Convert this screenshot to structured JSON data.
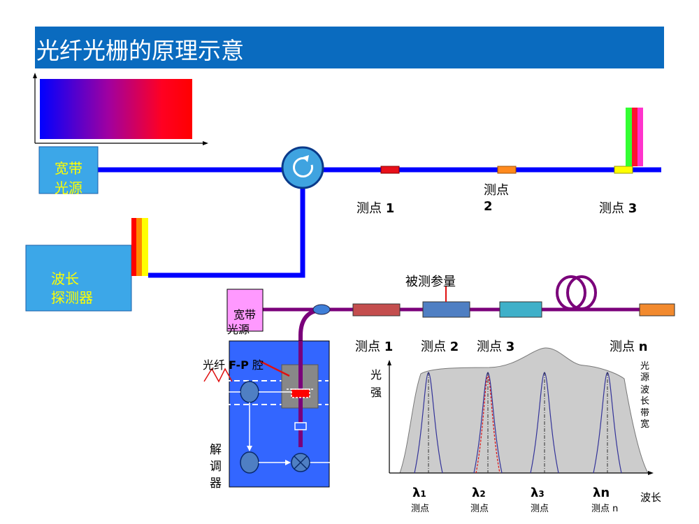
{
  "title": "光纤光栅的原理示意",
  "top_system": {
    "source_label": [
      "宽带",
      "光源"
    ],
    "detector_label": [
      "波长",
      "探测器"
    ],
    "points": [
      {
        "prefix": "测点",
        "num": "1",
        "color": "#e8101a"
      },
      {
        "prefix": "测点",
        "num": "2",
        "color": "#ff8a1e"
      },
      {
        "prefix": "测点",
        "num": "3",
        "color": "#ffff00"
      }
    ]
  },
  "bottom_system": {
    "source_label": [
      "宽带",
      "光源"
    ],
    "measured_param": "被测参量",
    "points": [
      {
        "prefix": "测点",
        "num": "1",
        "color": "#c44e4e"
      },
      {
        "prefix": "测点",
        "num": "2",
        "color": "#4f7fc3"
      },
      {
        "prefix": "测点",
        "num": "3",
        "color": "#3fb0c9"
      },
      {
        "prefix": "测点",
        "num": "n",
        "color": "#f28a2e"
      }
    ],
    "fp_label": {
      "a": "光纤 ",
      "b": "F-P",
      "c": " 腔"
    },
    "demodulator_label": [
      "解",
      "调",
      "器"
    ]
  },
  "spectrum": {
    "y_label": [
      "光",
      "强"
    ],
    "x_label": "波长",
    "bandwidth_label": [
      "光",
      "源",
      "波",
      "长",
      "带",
      "宽"
    ],
    "peaks": [
      {
        "symbol": "λ",
        "sub": "1",
        "caption": "测点"
      },
      {
        "symbol": "λ",
        "sub": "2",
        "caption": "测点"
      },
      {
        "symbol": "λ",
        "sub": "3",
        "caption": "测点"
      },
      {
        "symbol": "λn",
        "sub": "",
        "caption": "测点 n"
      }
    ]
  }
}
